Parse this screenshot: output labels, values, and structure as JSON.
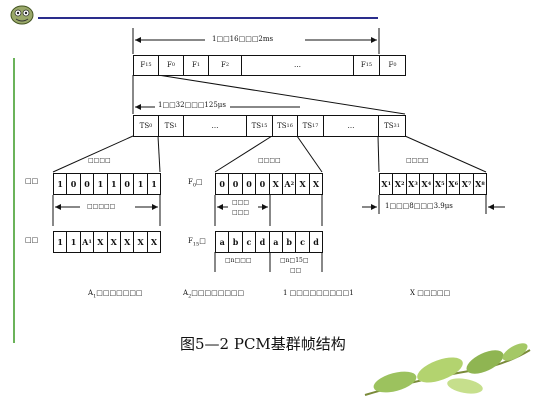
{
  "slide": {
    "caption": "图5—2  PCM基群帧结构",
    "accent_colors": {
      "top_rule": "#2a2d8c",
      "side_rule": "#6bb35a"
    },
    "logo_icon": "emblem-icon",
    "decor_icon": "leaf-decor-icon"
  },
  "diagram": {
    "multiframe_label": "1□□16□□□2ms",
    "multiframe_cells": [
      "F15",
      "F0",
      "F1",
      "F2",
      "…",
      "F15",
      "F0"
    ],
    "frame_label": "1□□32□□□125μs",
    "frame_cells": [
      "TS0",
      "TS1",
      "…",
      "TS15",
      "TS16",
      "TS17",
      "…",
      "TS31"
    ],
    "left_group": {
      "header": "□□□□",
      "row1_label": "□□",
      "row1_bits": [
        "1",
        "0",
        "0",
        "1",
        "1",
        "0",
        "1",
        "1"
      ],
      "mid_label": "□□□□□",
      "row2_label": "□□",
      "row2_bits": [
        "1",
        "1",
        "A1",
        "X",
        "X",
        "X",
        "X",
        "X"
      ]
    },
    "mid_group": {
      "header": "□□□□",
      "row1_label": "F0□",
      "row1_bits": [
        "0",
        "0",
        "0",
        "0",
        "X",
        "A2",
        "X",
        "X"
      ],
      "mid_label_1": "□□□",
      "mid_label_2": "□□□",
      "row2_label": "F15□",
      "row2_bits": [
        "a",
        "b",
        "c",
        "d",
        "a",
        "b",
        "c",
        "d"
      ],
      "sub_left": "□n□□□",
      "sub_right": "□n□15□",
      "sub_right_2": "□□"
    },
    "right_group": {
      "header": "□□□□",
      "bits": [
        "X1",
        "X2",
        "X3",
        "X4",
        "X5",
        "X6",
        "X7",
        "X8"
      ],
      "duration_label": "1□□□8□□□3.9μs"
    },
    "legend": {
      "item1": "A1□□□□□□□",
      "item2": "A2□□□□□□□□",
      "item3": "1 □□□□□□□□□1",
      "item4": "X □□□□□"
    }
  }
}
